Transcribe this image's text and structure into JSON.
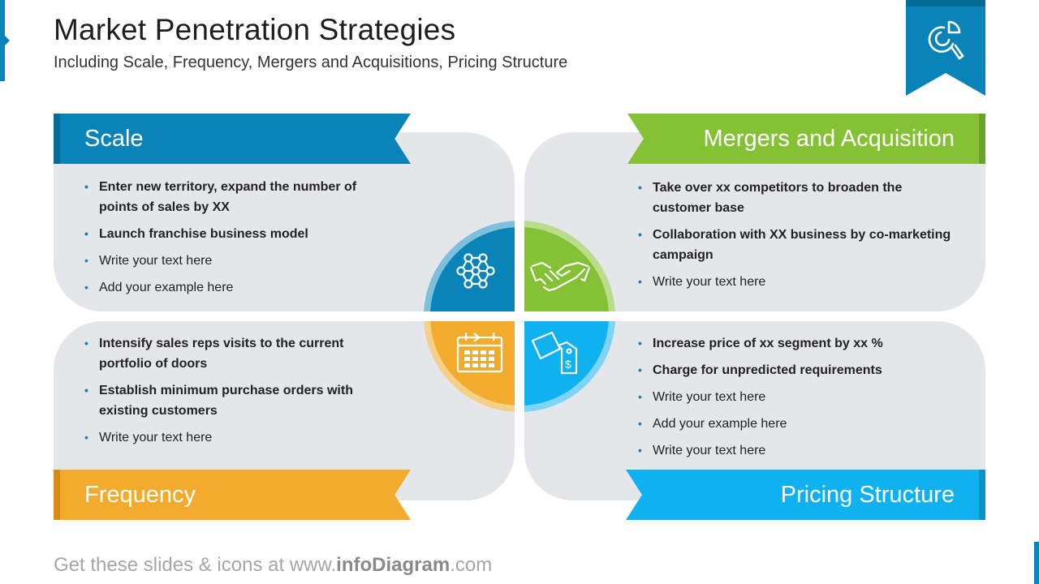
{
  "header": {
    "title": "Market Penetration Strategies",
    "subtitle": "Including Scale, Frequency, Mergers and Acquisitions, Pricing Structure",
    "badge_icon": "magnifier-pie-chart-icon"
  },
  "quadrants": {
    "scale": {
      "title": "Scale",
      "color": "#0a84b8",
      "icon": "network-hexagon-icon",
      "items": [
        "Enter new territory, expand the number of points of sales by XX",
        "Launch franchise business model",
        "Write your text here",
        "Add your example here"
      ]
    },
    "mergers": {
      "title": "Mergers and Acquisition",
      "color": "#84c134",
      "icon": "handshake-icon",
      "items": [
        "Take over xx competitors to broaden the customer base",
        "Collaboration with XX business by co-marketing campaign",
        "Write your text here"
      ]
    },
    "frequency": {
      "title": "Frequency",
      "color": "#f2ab2d",
      "icon": "calendar-icon",
      "items": [
        "Intensify sales reps visits to the current portfolio of doors",
        "Establish minimum purchase orders with existing customers",
        "Write your text here"
      ]
    },
    "pricing": {
      "title": "Pricing Structure",
      "color": "#10b1ef",
      "icon": "price-tag-dollar-icon",
      "items": [
        "Increase price of xx segment by xx %",
        "Charge for unpredicted requirements",
        "Write your text here",
        "Add your example here",
        "Write your text here"
      ]
    }
  },
  "footer": {
    "prefix": "Get these slides & icons at www.",
    "brand": "infoDiagram",
    "suffix": ".com"
  }
}
